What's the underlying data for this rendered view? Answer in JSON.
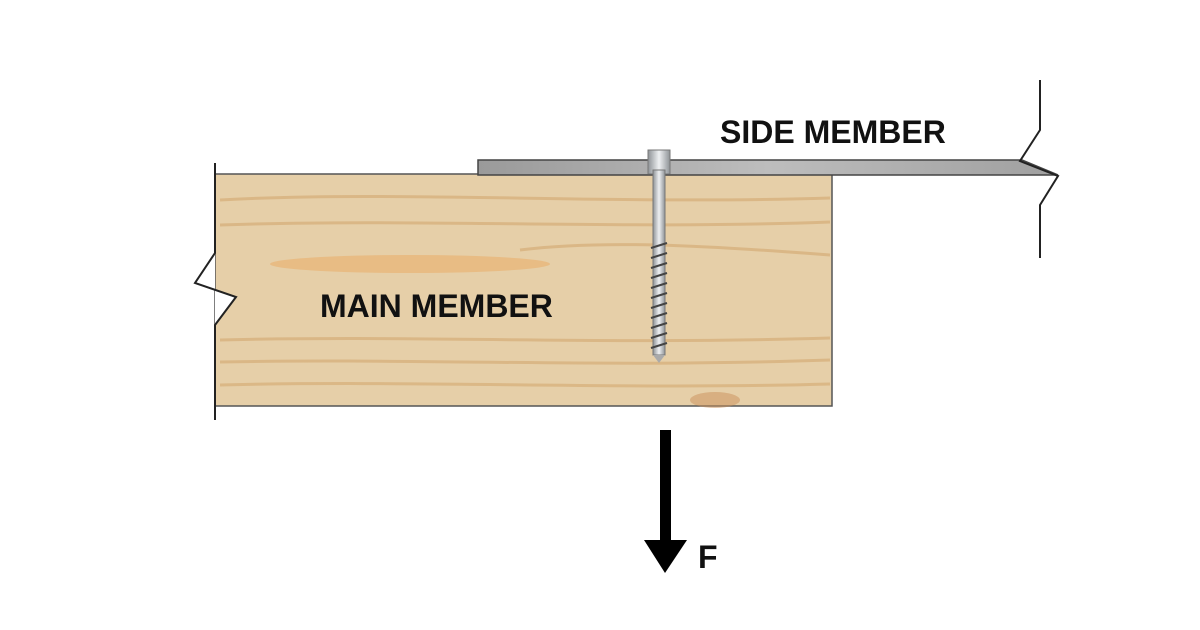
{
  "labels": {
    "side_member": "SIDE MEMBER",
    "main_member": "MAIN MEMBER",
    "force": "F"
  },
  "colors": {
    "wood": "#e6cfa8",
    "wood_grain": "#d9b27c",
    "steel_plate": "#a9a9a9",
    "screw": "#c9ccd0",
    "arrow": "#000000"
  }
}
